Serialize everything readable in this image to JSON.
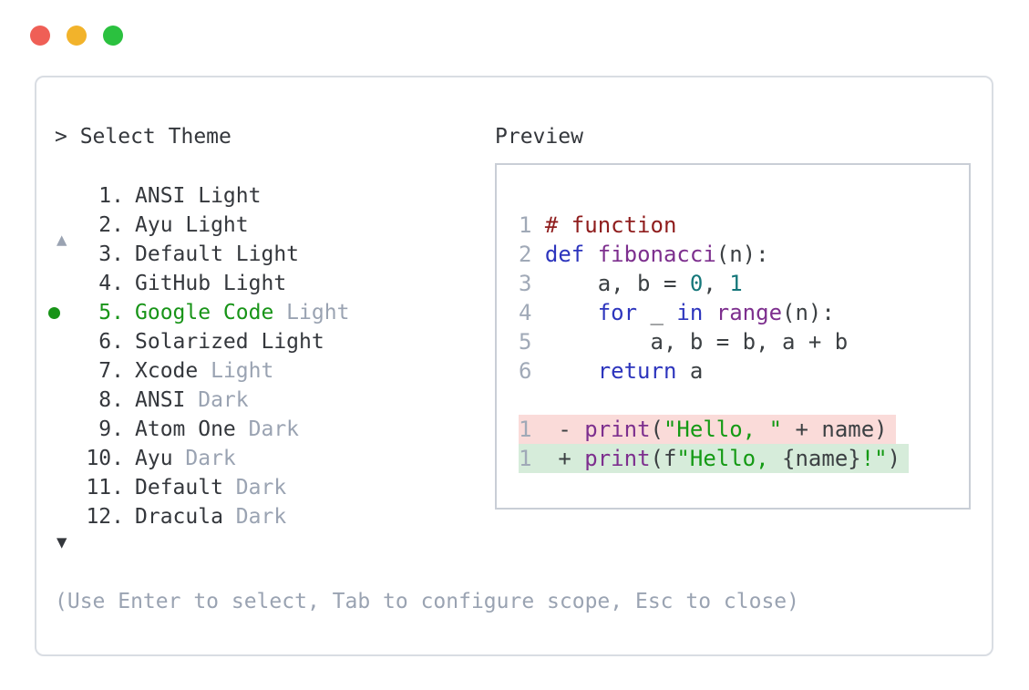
{
  "colors": {
    "text": "#34373c",
    "muted": "#9aa3b2",
    "green": "#189418",
    "pln": "#3c4043",
    "kwd": "#2d35bd",
    "typ": "#7d2f8e",
    "str": "#149a14",
    "com": "#8f1d1d",
    "lit": "#15777a",
    "ln": "#a0a9b7",
    "delBg": "#fadbd9",
    "insBg": "#d6ecda",
    "panelBorder": "#d9dde3",
    "boxBorder": "#c9ced6",
    "dotRed": "#ef5f56",
    "dotYellow": "#f2b32b",
    "dotGreen": "#2bc13f"
  },
  "window": {
    "close_label": "close",
    "minimize_label": "minimize",
    "maximize_label": "maximize"
  },
  "prompt": {
    "text": "> Select Theme"
  },
  "preview": {
    "label": "Preview"
  },
  "scroll": {
    "up": "▲",
    "down": "▼"
  },
  "themes": {
    "items": [
      {
        "number": "1.",
        "name": "ANSI Light",
        "suffix": "",
        "selected": false
      },
      {
        "number": "2.",
        "name": "Ayu Light",
        "suffix": "",
        "selected": false
      },
      {
        "number": "3.",
        "name": "Default Light",
        "suffix": "",
        "selected": false
      },
      {
        "number": "4.",
        "name": "GitHub Light",
        "suffix": "",
        "selected": false
      },
      {
        "number": "5.",
        "name": "Google Code",
        "suffix": "Light",
        "selected": true
      },
      {
        "number": "6.",
        "name": "Solarized Light",
        "suffix": "",
        "selected": false
      },
      {
        "number": "7.",
        "name": "Xcode",
        "suffix": "Light",
        "selected": false
      },
      {
        "number": "8.",
        "name": "ANSI",
        "suffix": "Dark",
        "selected": false
      },
      {
        "number": "9.",
        "name": "Atom One",
        "suffix": "Dark",
        "selected": false
      },
      {
        "number": "10.",
        "name": "Ayu",
        "suffix": "Dark",
        "selected": false
      },
      {
        "number": "11.",
        "name": "Default",
        "suffix": "Dark",
        "selected": false
      },
      {
        "number": "12.",
        "name": "Dracula",
        "suffix": "Dark",
        "selected": false
      }
    ]
  },
  "help": {
    "text": "(Use Enter to select, Tab to configure scope, Esc to close)"
  },
  "code": {
    "lines": [
      {
        "num": "1",
        "bg": "",
        "segments": [
          {
            "t": "# function",
            "c": "com"
          }
        ]
      },
      {
        "num": "2",
        "bg": "",
        "segments": [
          {
            "t": "def",
            "c": "kwd"
          },
          {
            "t": " ",
            "c": "pln"
          },
          {
            "t": "fibonacci",
            "c": "typ"
          },
          {
            "t": "(n):",
            "c": "pln"
          }
        ]
      },
      {
        "num": "3",
        "bg": "",
        "segments": [
          {
            "t": "    a, b = ",
            "c": "pln"
          },
          {
            "t": "0",
            "c": "lit"
          },
          {
            "t": ", ",
            "c": "pln"
          },
          {
            "t": "1",
            "c": "lit"
          }
        ]
      },
      {
        "num": "4",
        "bg": "",
        "segments": [
          {
            "t": "    ",
            "c": "pln"
          },
          {
            "t": "for",
            "c": "kwd"
          },
          {
            "t": " _ ",
            "c": "pln"
          },
          {
            "t": "in",
            "c": "kwd"
          },
          {
            "t": " ",
            "c": "pln"
          },
          {
            "t": "range",
            "c": "typ"
          },
          {
            "t": "(n):",
            "c": "pln"
          }
        ]
      },
      {
        "num": "5",
        "bg": "",
        "segments": [
          {
            "t": "        a, b = b, a + b",
            "c": "pln"
          }
        ]
      },
      {
        "num": "6",
        "bg": "",
        "segments": [
          {
            "t": "    ",
            "c": "pln"
          },
          {
            "t": "return",
            "c": "kwd"
          },
          {
            "t": " a",
            "c": "pln"
          }
        ]
      },
      {
        "num": "",
        "bg": "",
        "segments": []
      },
      {
        "num": "1",
        "bg": "del",
        "segments": [
          {
            "t": " - ",
            "c": "pln"
          },
          {
            "t": "print",
            "c": "typ"
          },
          {
            "t": "(",
            "c": "pln"
          },
          {
            "t": "\"Hello, \"",
            "c": "str"
          },
          {
            "t": " + name)",
            "c": "pln"
          }
        ]
      },
      {
        "num": "1",
        "bg": "ins",
        "segments": [
          {
            "t": " + ",
            "c": "pln"
          },
          {
            "t": "print",
            "c": "typ"
          },
          {
            "t": "(f",
            "c": "pln"
          },
          {
            "t": "\"Hello, ",
            "c": "str"
          },
          {
            "t": "{name}",
            "c": "pln"
          },
          {
            "t": "!\"",
            "c": "str"
          },
          {
            "t": ")",
            "c": "pln"
          }
        ]
      }
    ]
  }
}
